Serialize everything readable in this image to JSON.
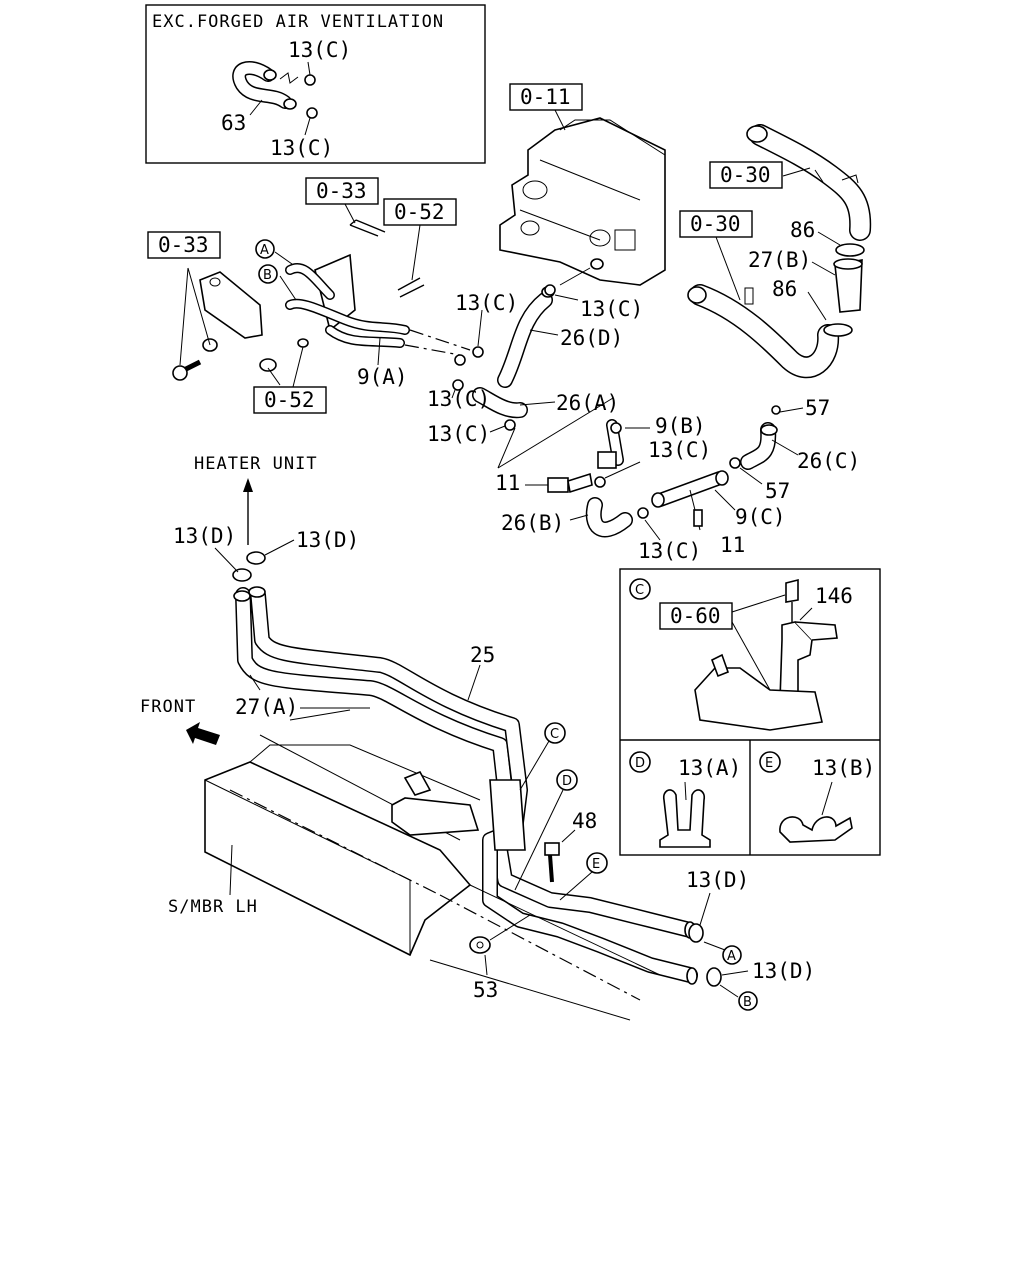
{
  "inset_top": {
    "title": "EXC.FORGED AIR VENTILATION",
    "label_13c_top": "13(C)",
    "label_63": "63",
    "label_13c_bottom": "13(C)"
  },
  "refs": {
    "r011": "0-11",
    "r030_top": "0-30",
    "r030_mid": "0-30",
    "r033_top": "0-33",
    "r052_top": "0-52",
    "r033_left": "0-33",
    "r052_bottom": "0-52",
    "r060": "0-60"
  },
  "callouts": {
    "c86_top": "86",
    "c27b": "27(B)",
    "c86_bottom": "86",
    "c13c_a": "13(C)",
    "c13c_b": "13(C)",
    "c26d": "26(D)",
    "c9a": "9(A)",
    "c26a": "26(A)",
    "c13c_c": "13(C)",
    "c13c_d": "13(C)",
    "c57_top": "57",
    "c9b": "9(B)",
    "c13c_e": "13(C)",
    "c26c": "26(C)",
    "c11_left": "11",
    "c57_bottom": "57",
    "c26b": "26(B)",
    "c9c": "9(C)",
    "c13c_f": "13(C)",
    "c11_right": "11",
    "heater_unit": "HEATER UNIT",
    "c13d_left": "13(D)",
    "c13d_right": "13(D)",
    "c25": "25",
    "front": "FRONT",
    "c27a": "27(A)",
    "c48": "48",
    "smbr": "S/MBR LH",
    "c13d_lower": "13(D)",
    "c13d_lowest": "13(D)",
    "c53": "53"
  },
  "circle_letters": {
    "a_top": "A",
    "b_top": "B",
    "c_main": "C",
    "d_main": "D",
    "e_main": "E",
    "a_bottom": "A",
    "b_bottom": "B"
  },
  "detail_c": {
    "letter": "C",
    "ref": "0-60",
    "label": "146"
  },
  "detail_d": {
    "letter": "D",
    "label": "13(A)"
  },
  "detail_e": {
    "letter": "E",
    "label": "13(B)"
  },
  "icons": [
    "front-arrow-icon",
    "heater-unit-arrow-icon"
  ]
}
